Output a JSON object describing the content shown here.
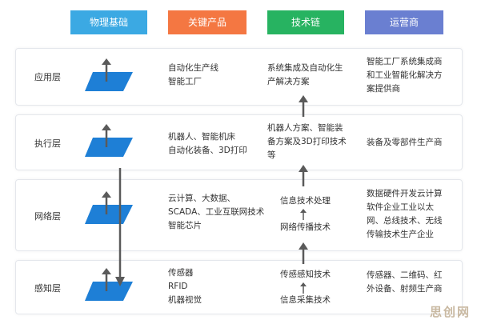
{
  "headers": {
    "physical": "物理基础",
    "products": "关键产品",
    "tech_chain": "技术链",
    "operators": "运营商"
  },
  "colors": {
    "physical": "#3ba9e3",
    "products": "#f47742",
    "tech_chain": "#27b361",
    "operators": "#6a7fd1",
    "layer_fill": "#1e7fd6",
    "arrow": "#5a5a5a"
  },
  "layers": [
    {
      "name": "应用层",
      "products": [
        "自动化生产线",
        "智能工厂"
      ],
      "tech_chain": [
        "系统集成及自动化生",
        "产解决方案"
      ],
      "operators": [
        "智能工厂系统集成商",
        "和工业智能化解决方",
        "案提供商"
      ]
    },
    {
      "name": "执行层",
      "products": [
        "机器人、智能机床",
        "自动化装备、3D打印"
      ],
      "tech_chain": [
        "机器人方案、智能装",
        "备方案及3D打印技术",
        "等"
      ],
      "operators": [
        "装备及零部件生产商"
      ]
    },
    {
      "name": "网络层",
      "products": [
        "云计算、大数据、",
        "SCADA、工业互联网技术",
        "智能芯片"
      ],
      "tech_chain_top": "信息技术处理",
      "tech_chain_bottom": "网络传播技术",
      "operators": [
        "数据硬件开发云计算",
        "软件企业工业以太",
        "网、总线技术、无线",
        "传输技术生产企业"
      ]
    },
    {
      "name": "感知层",
      "products": [
        "传感器",
        "RFID",
        "机器视觉"
      ],
      "tech_chain_top": "传感感知技术",
      "tech_chain_bottom": "信息采集技术",
      "operators": [
        "传感器、二维码、红",
        "外设备、射频生产商"
      ]
    }
  ],
  "watermark": "思创网"
}
